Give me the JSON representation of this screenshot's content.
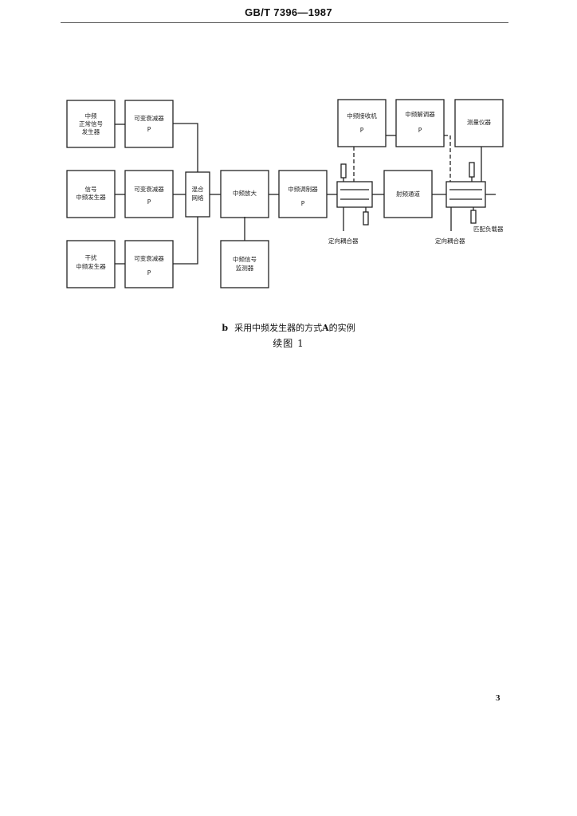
{
  "header": {
    "standard_code": "GB/T 7396—1987"
  },
  "diagram": {
    "blocks": {
      "gen_top": [
        "中频",
        "正常信号",
        "发生器"
      ],
      "att_top": [
        "可变衰减器",
        "P"
      ],
      "gen_mid": [
        "信号",
        "中频发生器"
      ],
      "att_mid": [
        "可变衰减器",
        "P"
      ],
      "gen_bot": [
        "干扰",
        "中频发生器"
      ],
      "att_bot": [
        "可变衰减器",
        "P"
      ],
      "combiner": [
        "混合",
        "网络"
      ],
      "amplifier": [
        "中频放大"
      ],
      "monitor": [
        "中频信号",
        "监测器"
      ],
      "modulator": [
        "中频调制器",
        "P"
      ],
      "receiver": [
        "中频接收机",
        "P"
      ],
      "demod": [
        "中频解调器",
        "P"
      ],
      "meter": [
        "测量仪器"
      ],
      "rf": [
        "射频通道"
      ]
    },
    "labels": {
      "coupler_left": "定向耦合器",
      "coupler_right": "定向耦合器",
      "termination": "匹配负载器"
    }
  },
  "caption": {
    "letter": "b",
    "text_before": "采用中频发生器的方式",
    "letter_a": "A",
    "text_after": "的实例",
    "figure": "续图 1"
  },
  "page_number": "3"
}
